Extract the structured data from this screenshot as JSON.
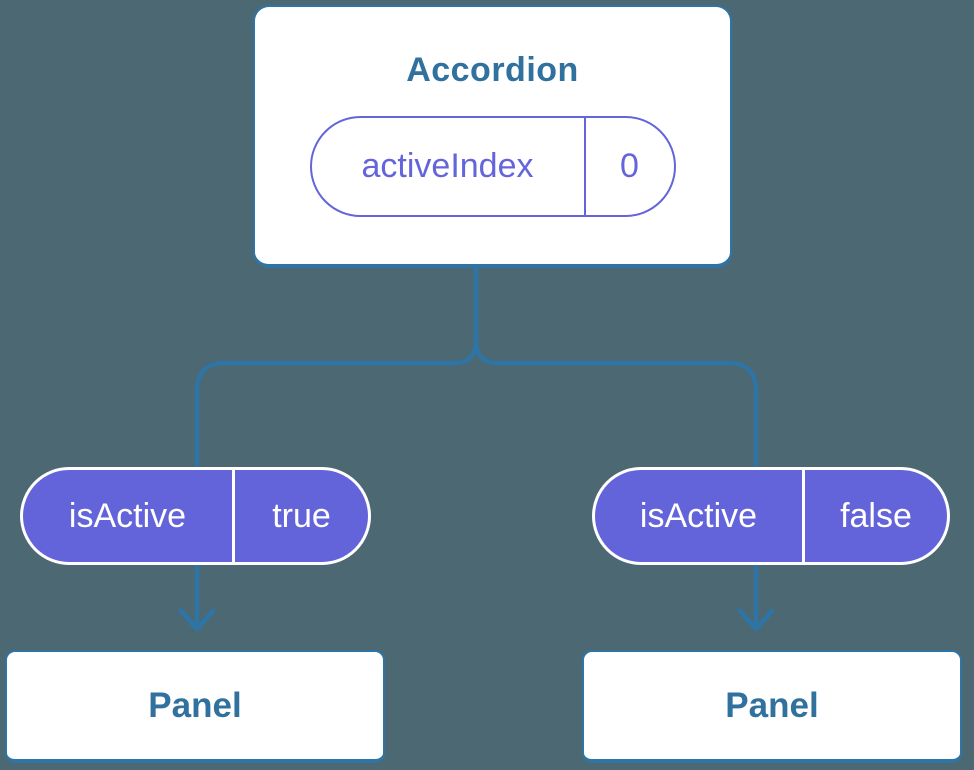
{
  "colors": {
    "background": "#4C6872",
    "line_blue": "#2E74A4",
    "heading_text_blue": "#31719E",
    "pill_fill_purple": "#6464DA",
    "pill_outline_purple": "#6464DB",
    "card_background": "#FFFFFF",
    "pill_text_white": "#FFFFFF"
  },
  "diagram": {
    "root": {
      "title": "Accordion",
      "state": {
        "name": "activeIndex",
        "value": "0"
      }
    },
    "branches": [
      {
        "prop": {
          "name": "isActive",
          "value": "true"
        },
        "child": {
          "title": "Panel"
        }
      },
      {
        "prop": {
          "name": "isActive",
          "value": "false"
        },
        "child": {
          "title": "Panel"
        }
      }
    ]
  }
}
